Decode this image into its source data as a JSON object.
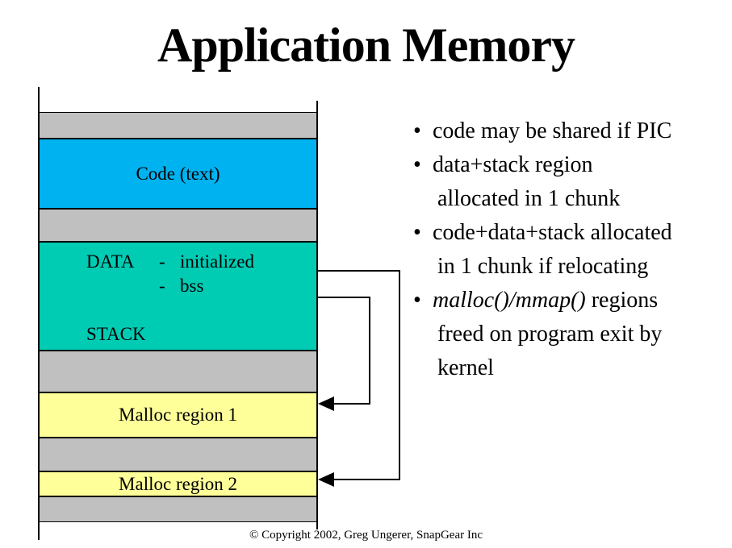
{
  "title": "Application Memory",
  "footer": "© Copyright 2002, Greg Ungerer, SnapGear Inc",
  "diagram": {
    "colors": {
      "code": "#00B2F0",
      "data_stack": "#00CCB4",
      "malloc": "#FFFF99",
      "spacer": "#C0C0C0"
    },
    "code_label": "Code (text)",
    "data_label": "DATA",
    "dash": "-",
    "initialized_label": "initialized",
    "bss_label": "bss",
    "stack_label": "STACK",
    "malloc1_label": "Malloc region 1",
    "malloc2_label": "Malloc region 2"
  },
  "bullets": [
    {
      "bullet": true,
      "segments": [
        {
          "text": "code may be shared if PIC"
        }
      ]
    },
    {
      "bullet": true,
      "segments": [
        {
          "text": "data+stack region"
        }
      ]
    },
    {
      "bullet": false,
      "segments": [
        {
          "text": "allocated in 1 chunk"
        }
      ]
    },
    {
      "bullet": true,
      "segments": [
        {
          "text": "code+data+stack allocated"
        }
      ]
    },
    {
      "bullet": false,
      "segments": [
        {
          "text": "in 1 chunk if relocating"
        }
      ]
    },
    {
      "bullet": true,
      "segments": [
        {
          "text": "malloc()/mmap()",
          "italic": true
        },
        {
          "text": " regions"
        }
      ]
    },
    {
      "bullet": false,
      "segments": [
        {
          "text": "freed on program exit by"
        }
      ]
    },
    {
      "bullet": false,
      "segments": [
        {
          "text": "kernel"
        }
      ]
    }
  ]
}
